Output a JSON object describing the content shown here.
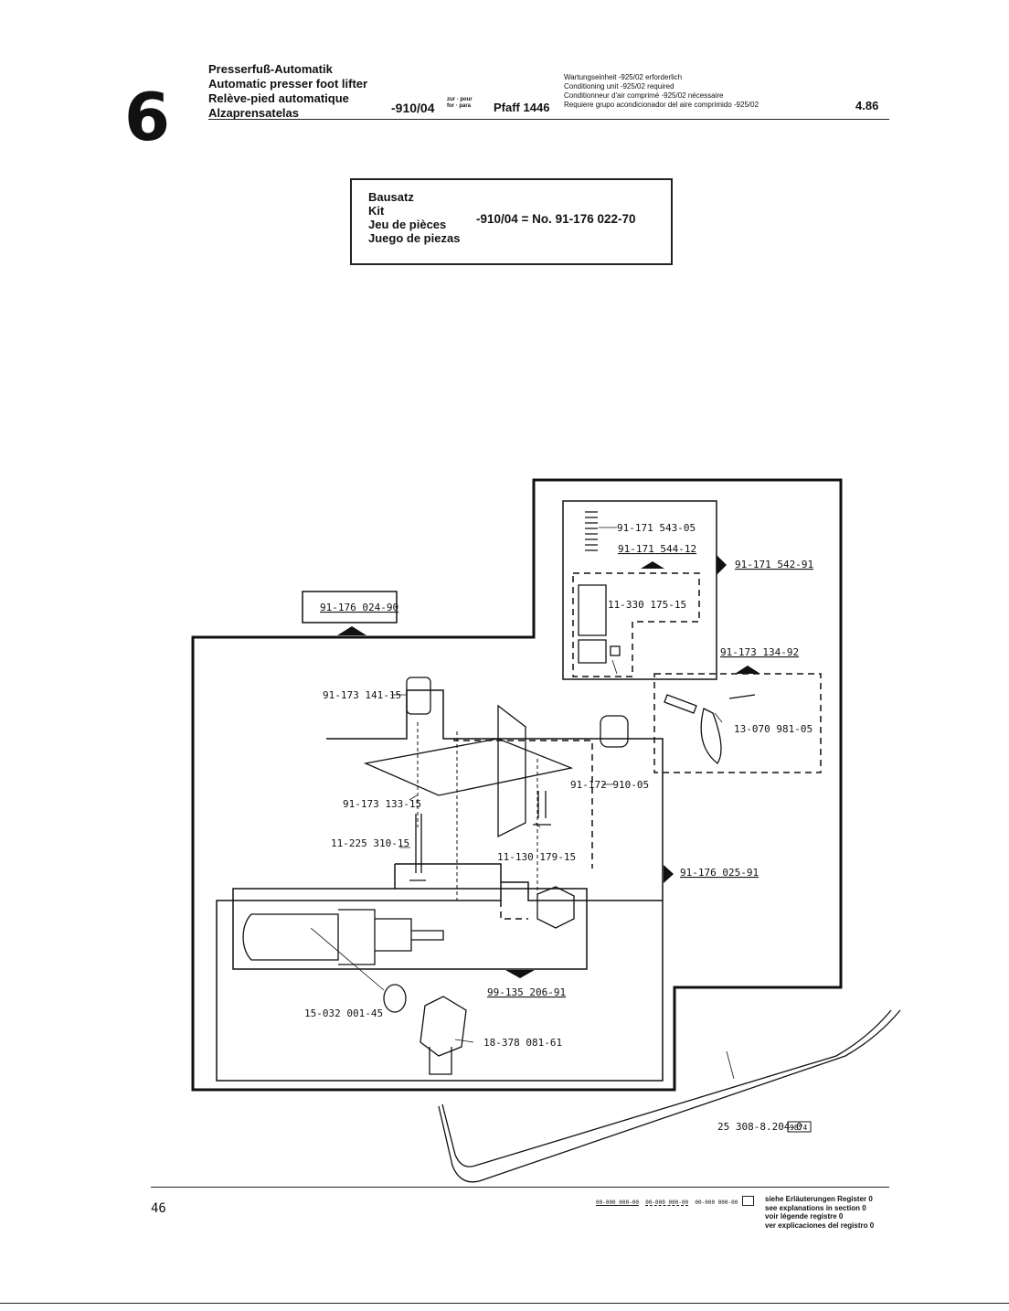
{
  "header": {
    "section_number": "6",
    "titles": [
      "Presserfuß-Automatik",
      "Automatic presser foot lifter",
      "Relève-pied automatique",
      "Alzaprensatelas"
    ],
    "variant": "-910/04",
    "zur_pour": "zur · pour",
    "for_para": "for · para",
    "machine": "Pfaff 1446",
    "requirements": [
      "Wartungseinheit -925/02 erforderlich",
      "Conditioning unit -925/02 required",
      "Conditionneur d'air comprimé -925/02 nécessaire",
      "Requiere grupo acondicionador del aire comprimido -925/02"
    ],
    "date": "4.86"
  },
  "kit": {
    "labels": [
      "Bausatz",
      "Kit",
      "Jeu de pièces",
      "Juego de piezas"
    ],
    "number": "-910/04 = No. 91-176 022-70"
  },
  "parts": {
    "p1": "91-171 543-05",
    "p2": "91-171 544-12",
    "p3": "91-171 542-91",
    "p4": "11-330 175-15",
    "p5": "91-176 024-90",
    "p6": "91-173 134-92",
    "p7": "13-070 981-05",
    "p8": "91-173 141-15",
    "p9": "91-172 910-05",
    "p10": "91-173 133-15",
    "p11": "11-225 310-15",
    "p12": "11-130 179-15",
    "p13": "91-176 025-91",
    "p14": "99-135 206-91",
    "p15": "15-032 001-45",
    "p16": "18-378 081-61",
    "p17": "25 308-8.204-0",
    "p17_badge": "9874"
  },
  "footer": {
    "page_number": "46",
    "legend_samples": [
      "00-000 000-00",
      "00-000 000-00",
      "00-000 000-00"
    ],
    "legend_text": [
      "siehe Erläuterungen Register 0",
      "see explanations in section 0",
      "voir légende registre 0",
      "ver explicaciones del registro 0"
    ]
  }
}
